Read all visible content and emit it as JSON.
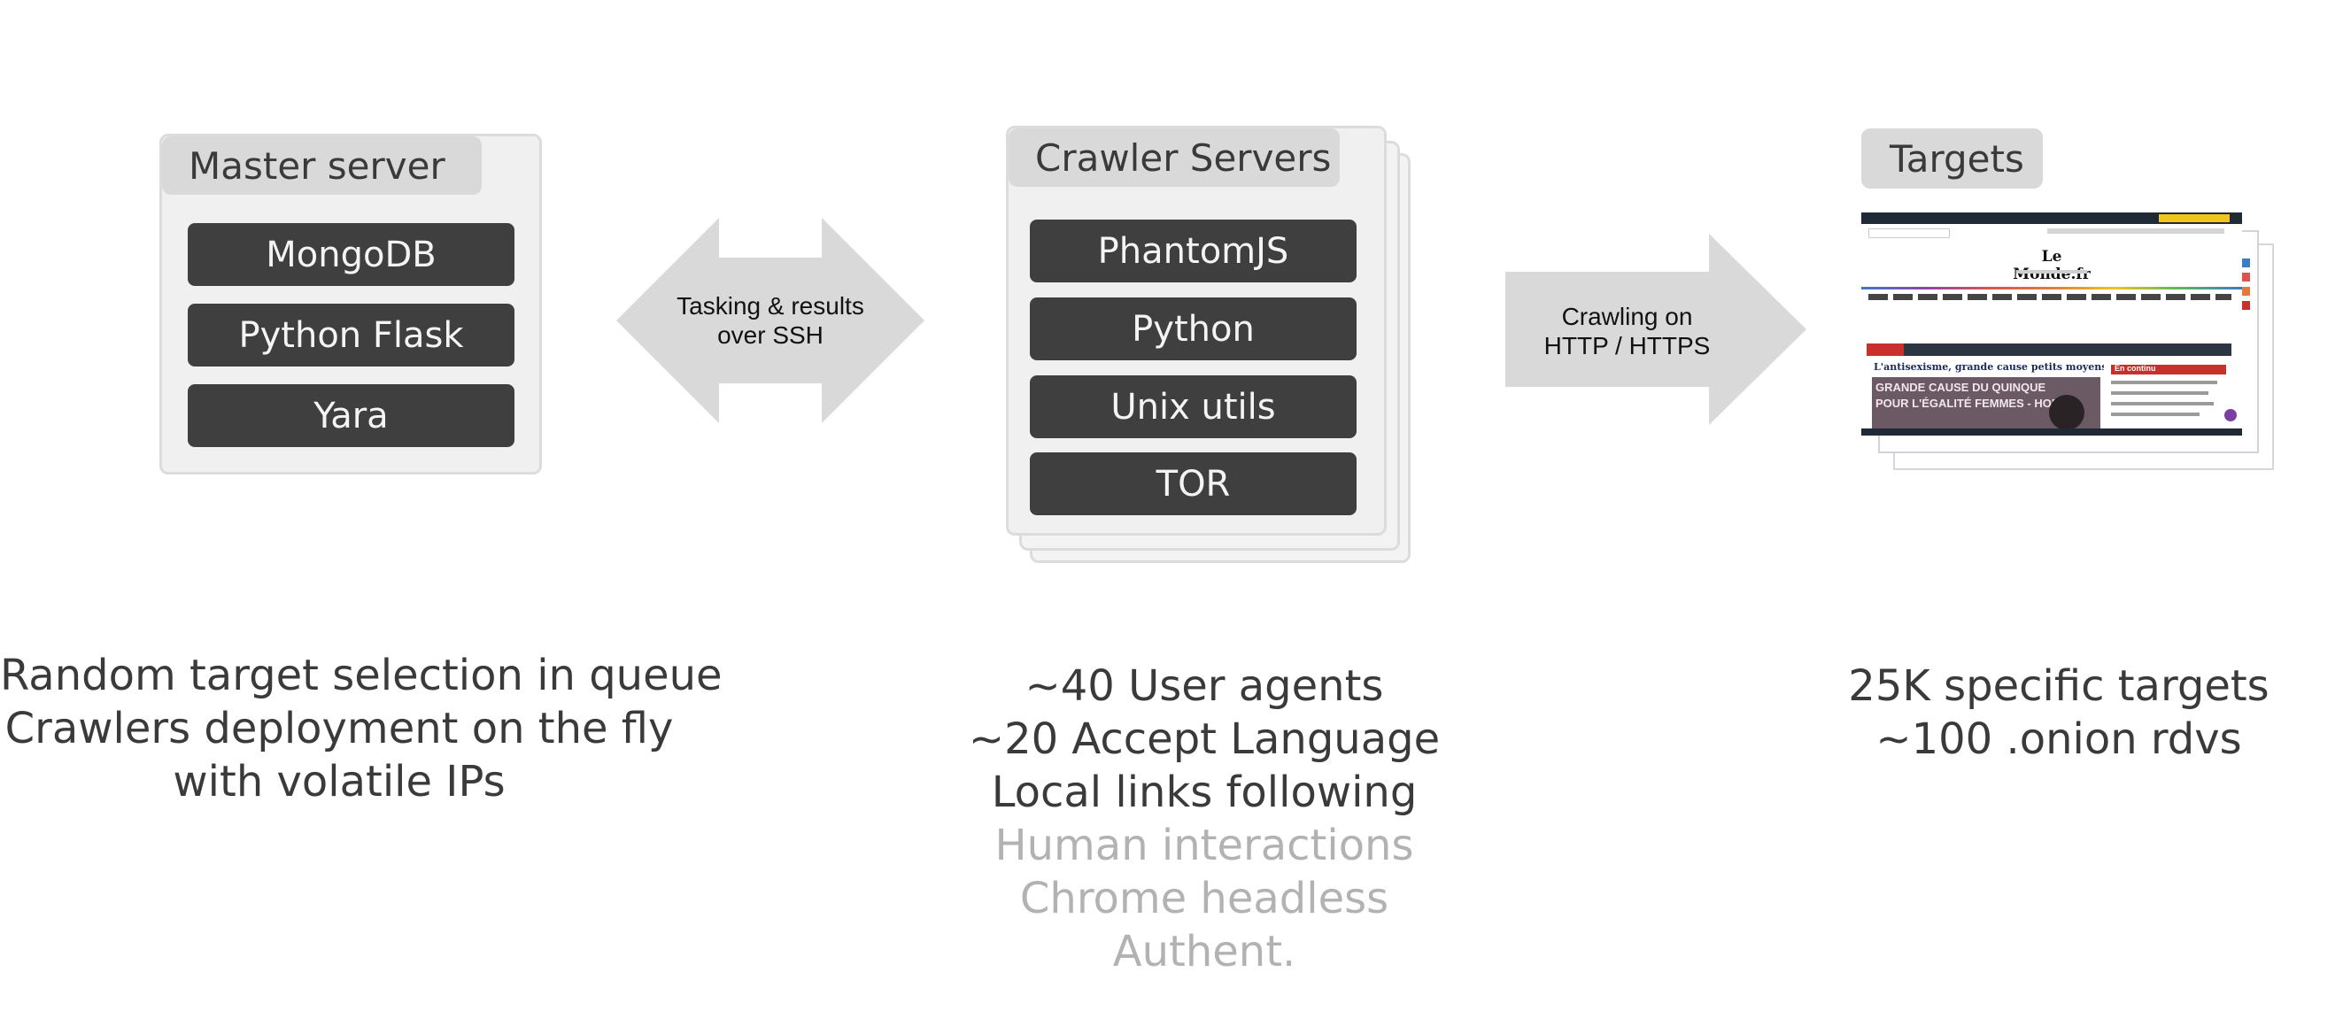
{
  "master": {
    "title": "Master server",
    "items": [
      "MongoDB",
      "Python Flask",
      "Yara"
    ]
  },
  "arrow_ssh": {
    "line1": "Tasking & results",
    "line2": "over SSH"
  },
  "crawler": {
    "title": "Crawler Servers",
    "items": [
      "PhantomJS",
      "Python",
      "Unix utils",
      "TOR"
    ]
  },
  "arrow_http": {
    "line1": "Crawling on",
    "line2": "HTTP / HTTPS"
  },
  "targets": {
    "title": "Targets",
    "thumbnail": {
      "logo": "Le Monde.fr",
      "headline": "L'antisexisme, grande cause petits moyens",
      "banner_line1": "GRANDE CAUSE DU QUINQUE",
      "banner_line2": "POUR L'ÉGALITÉ FEMMES - HOMME",
      "side_heading": "En continu"
    }
  },
  "captions": {
    "master": [
      "Random target selection in queue",
      "Crawlers deployment on the fly",
      "with volatile IPs"
    ],
    "crawler": [
      "~40 User agents",
      "~20 Accept Language",
      "Local links following"
    ],
    "crawler_muted": [
      "Human interactions",
      "Chrome headless",
      "Authent."
    ],
    "targets": [
      "25K specific targets",
      "~100 .onion rdvs"
    ]
  },
  "colors": {
    "panel_bg": "#f0f0f0",
    "panel_border": "#dcdcdc",
    "title_tab": "#d9d9d9",
    "pill": "#3f3f3f",
    "arrow": "#d9d9d9",
    "muted_text": "#b2b2b2"
  }
}
